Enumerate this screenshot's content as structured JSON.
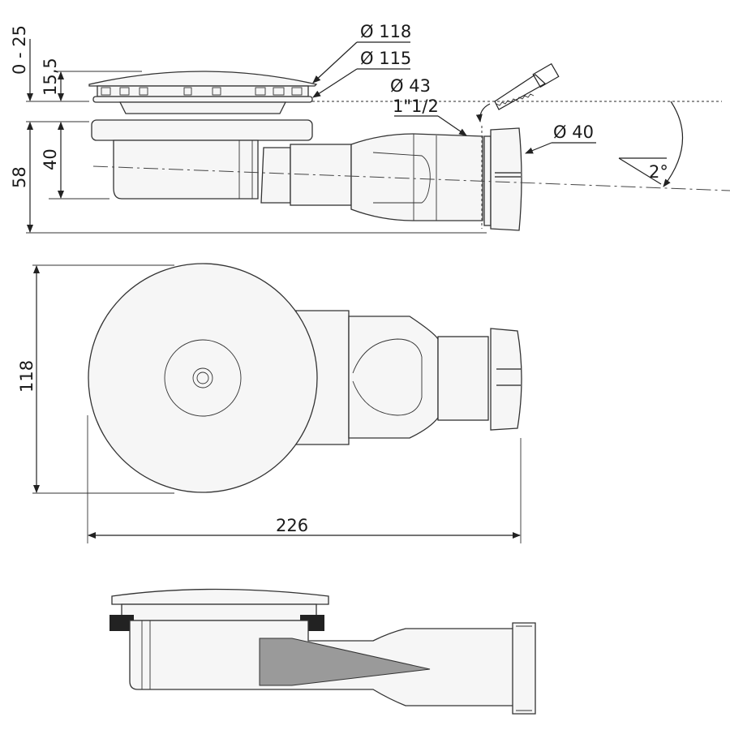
{
  "side_view": {
    "dim_cap_diameter": "Ø 118",
    "dim_ring_diameter": "Ø 115",
    "dim_outlet_diameter": "Ø 43",
    "dim_outlet_thread": "1\"1/2",
    "dim_nut_diameter": "Ø 40",
    "dim_slope_angle": "2°",
    "dim_height_adjust": "0 - 25",
    "dim_cap_height": "15,5",
    "dim_body_height": "40",
    "dim_total_height": "58"
  },
  "plan_view": {
    "dim_width": "118",
    "dim_length": "226"
  },
  "colors": {
    "line": "#222222",
    "section_fill": "#9a9a9a"
  }
}
